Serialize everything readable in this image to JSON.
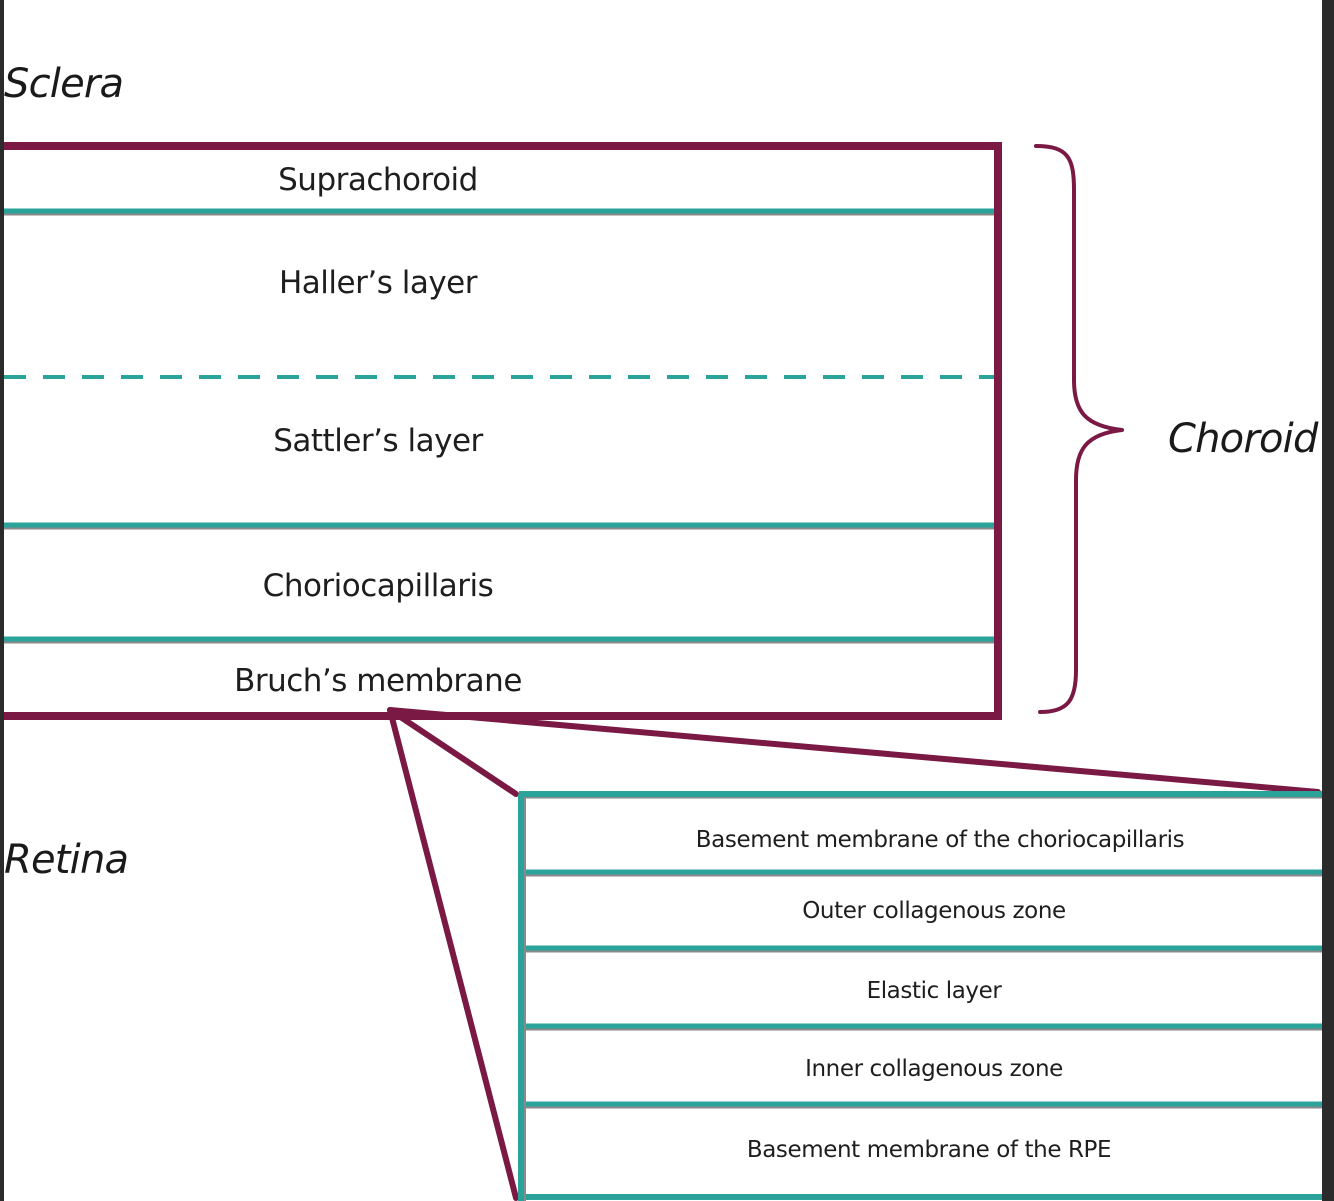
{
  "colors": {
    "frame": "#7a1a44",
    "divider": "#2aa39a",
    "divider_shadow": "#8a8a8a",
    "text": "#1e1e1e",
    "background": "#ffffff"
  },
  "outer_labels": {
    "sclera": "Sclera",
    "retina": "Retina",
    "choroid": "Choroid"
  },
  "choroid_layers": [
    {
      "label": "Suprachoroid"
    },
    {
      "label": "Haller’s layer"
    },
    {
      "label": "Sattler’s layer"
    },
    {
      "label": "Choriocapillaris"
    },
    {
      "label": "Bruch’s membrane"
    }
  ],
  "bruch_layers": [
    {
      "label": "Basement membrane of the choriocapillaris"
    },
    {
      "label": "Outer collagenous zone"
    },
    {
      "label": "Elastic layer"
    },
    {
      "label": "Inner collagenous zone"
    },
    {
      "label": "Basement membrane of the RPE"
    }
  ]
}
